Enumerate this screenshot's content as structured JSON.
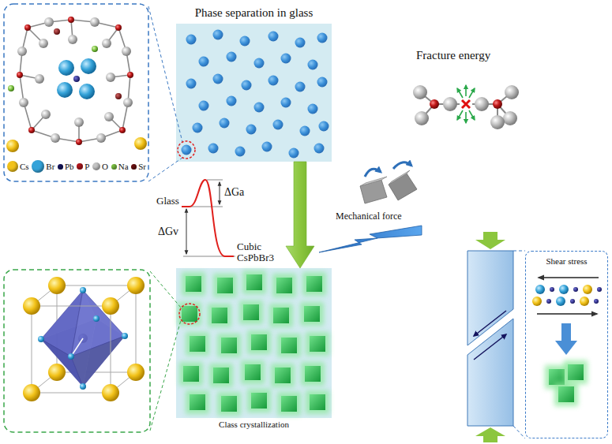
{
  "diagram": {
    "nodes": [
      {
        "text": [
          "Phase separation in glass"
        ]
      },
      {
        "text": [
          "Class crystallization"
        ]
      },
      {
        "text": [
          "Shear stress"
        ]
      }
    ],
    "edges": [
      {
        "from": 0,
        "to": 1,
        "arrow": "to"
      }
    ],
    "labels": [
      "Fracture energy",
      "Glass",
      "ΔGa",
      "ΔGv",
      "Cubic CsPbBr3",
      "Mechanical force"
    ],
    "legend": [
      {
        "text": "Cs",
        "color": "#f2c219"
      },
      {
        "text": "Br",
        "color": "#35a3d9"
      },
      {
        "text": "Pb",
        "color": "#14145e"
      },
      {
        "text": "P",
        "color": "#b0161c"
      },
      {
        "text": "O",
        "color": "#c4c4c4"
      },
      {
        "text": "Na",
        "color": "#7cc242"
      },
      {
        "text": "Sr",
        "color": "#6b1010"
      }
    ]
  }
}
